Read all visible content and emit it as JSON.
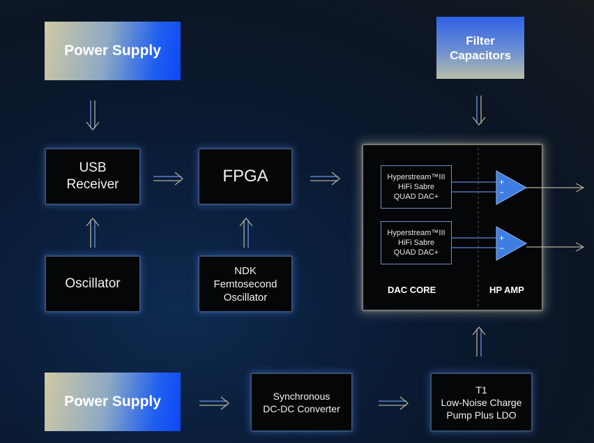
{
  "power_supply_top": "Power Supply",
  "filter_capacitors": [
    "Filter",
    "Capacitors"
  ],
  "usb_receiver": [
    "USB",
    "Receiver"
  ],
  "fpga": "FPGA",
  "oscillator": "Oscillator",
  "ndk_oscillator": [
    "NDK",
    "Femtosecond",
    "Oscillator"
  ],
  "dac_chip_1": [
    "Hyperstream™III",
    "HiFi Sabre",
    "QUAD DAC+"
  ],
  "dac_chip_2": [
    "Hyperstream™III",
    "HiFi Sabre",
    "QUAD DAC+"
  ],
  "dac_core_label": "DAC CORE",
  "hp_amp_label": "HP AMP",
  "amp_plus": "+",
  "amp_minus": "−",
  "power_supply_bottom": "Power Supply",
  "dcdc_converter": [
    "Synchronous",
    "DC-DC Converter"
  ],
  "charge_pump": [
    "T1",
    "Low-Noise Charge",
    "Pump Plus LDO"
  ],
  "colors": {
    "arrow": "#b5b09a",
    "accent_blue": "#1046f5",
    "wire": "#5d86d8",
    "amp_fill": "#3f7de0"
  }
}
